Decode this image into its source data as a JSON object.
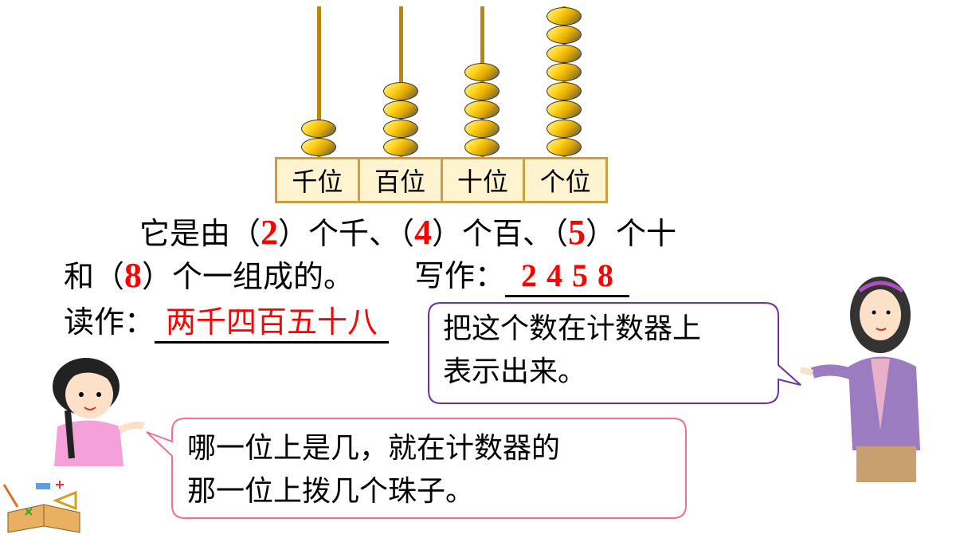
{
  "abacus": {
    "columns": [
      {
        "label": "千位",
        "beads": 2
      },
      {
        "label": "百位",
        "beads": 4
      },
      {
        "label": "十位",
        "beads": 5
      },
      {
        "label": "个位",
        "beads": 8
      }
    ],
    "bead_color": "#ffd21a",
    "rod_color": "#b8860b"
  },
  "composition": {
    "line1": [
      "它是由（",
      "2",
      "）个千、（",
      "4",
      "）个百、（",
      "5",
      "）个十"
    ],
    "line2": [
      "和（",
      "8",
      "）个一组成的。"
    ]
  },
  "write": {
    "label": "写作：",
    "digits": [
      "2",
      "4",
      "5",
      "8"
    ]
  },
  "read": {
    "label": "读作：",
    "answer": "两千四百五十八"
  },
  "teacher_bubble": {
    "line1": "把这个数在计数器上",
    "line2": "表示出来。",
    "border": "#7030a0"
  },
  "girl_bubble": {
    "line1": "哪一位上是几，就在计数器的",
    "line2": "那一位上拨几个珠子。",
    "border": "#f07090"
  },
  "answer_color": "#ff0000"
}
